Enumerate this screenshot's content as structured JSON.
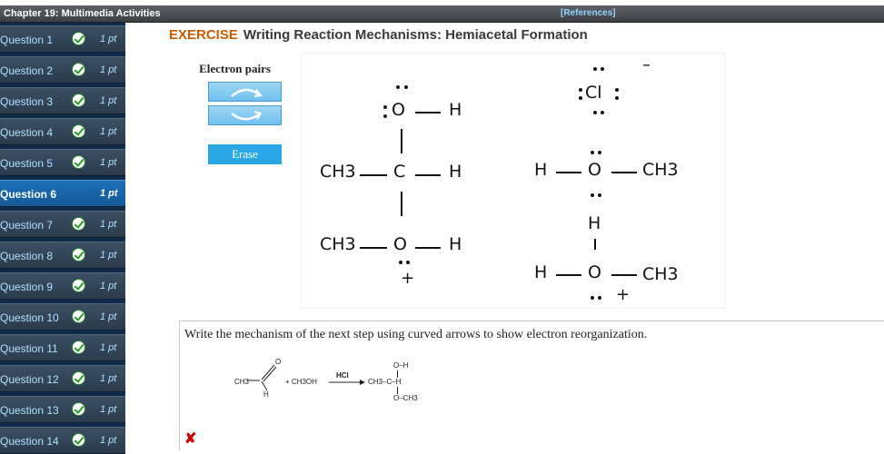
{
  "header": {
    "chapter": "Chapter 19: Multimedia Activities",
    "references": "[References]"
  },
  "sidebar": {
    "items": [
      {
        "label": "Question 1",
        "points": "1 pt",
        "completed": true
      },
      {
        "label": "Question 2",
        "points": "1 pt",
        "completed": true
      },
      {
        "label": "Question 3",
        "points": "1 pt",
        "completed": true
      },
      {
        "label": "Question 4",
        "points": "1 pt",
        "completed": true
      },
      {
        "label": "Question 5",
        "points": "1 pt",
        "completed": true
      },
      {
        "label": "Question 6",
        "points": "1 pt",
        "completed": false,
        "active": true
      },
      {
        "label": "Question 7",
        "points": "1 pt",
        "completed": true
      },
      {
        "label": "Question 8",
        "points": "1 pt",
        "completed": true
      },
      {
        "label": "Question 9",
        "points": "1 pt",
        "completed": true
      },
      {
        "label": "Question 10",
        "points": "1 pt",
        "completed": true
      },
      {
        "label": "Question 11",
        "points": "1 pt",
        "completed": true
      },
      {
        "label": "Question 12",
        "points": "1 pt",
        "completed": true
      },
      {
        "label": "Question 13",
        "points": "1 pt",
        "completed": true
      },
      {
        "label": "Question 14",
        "points": "1 pt",
        "completed": true
      }
    ]
  },
  "exercise": {
    "label": "EXERCISE",
    "title": "Writing Reaction Mechanisms: Hemiacetal Formation"
  },
  "tools": {
    "title": "Electron pairs",
    "erase": "Erase"
  },
  "molecules": {
    "left": {
      "top_o": "O",
      "top_h": "H",
      "ch3_a": "CH3",
      "c": "C",
      "c_h": "H",
      "ch3_b": "CH3",
      "o2": "O",
      "o2_h": "H",
      "plus": "+"
    },
    "right": {
      "cl": "Cl",
      "minus": "–",
      "h1": "H",
      "o1": "O",
      "ch3_1": "CH3",
      "h_mid": "H",
      "h2": "H",
      "o2": "O",
      "ch3_2": "CH3",
      "plus": "+"
    }
  },
  "question": {
    "prompt": "Write the mechanism of the next step using curved arrows to show electron reorganization.",
    "reaction": {
      "reactant": "CH3",
      "reactant_o": "O",
      "reactant_h": "H",
      "plus_reagent": "+ CH3OH",
      "catalyst": "HCl",
      "product_oh": "O–H",
      "product": "CH3–C–H",
      "product_och3": "O–CH3"
    }
  },
  "status": {
    "result": "✘",
    "result_color": "#d00000"
  },
  "colors": {
    "exercise_label": "#cc5a00",
    "sidebar_bg": "#2b3b4d",
    "active_question": "#1c6fb8",
    "check": "#2a9a2a"
  }
}
